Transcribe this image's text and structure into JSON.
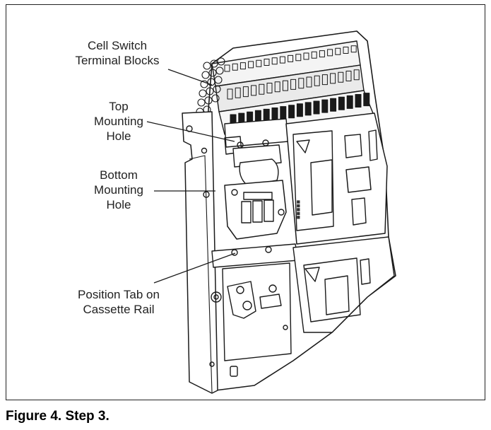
{
  "figure": {
    "caption": "Figure 4. Step 3.",
    "callouts": {
      "cell_switch": [
        "Cell Switch",
        "Terminal Blocks"
      ],
      "top_hole": [
        "Top",
        "Mounting",
        "Hole"
      ],
      "bottom_hole": [
        "Bottom",
        "Mounting",
        "Hole"
      ],
      "position_tab": [
        "Position Tab on",
        "Cassette Rail"
      ]
    }
  }
}
